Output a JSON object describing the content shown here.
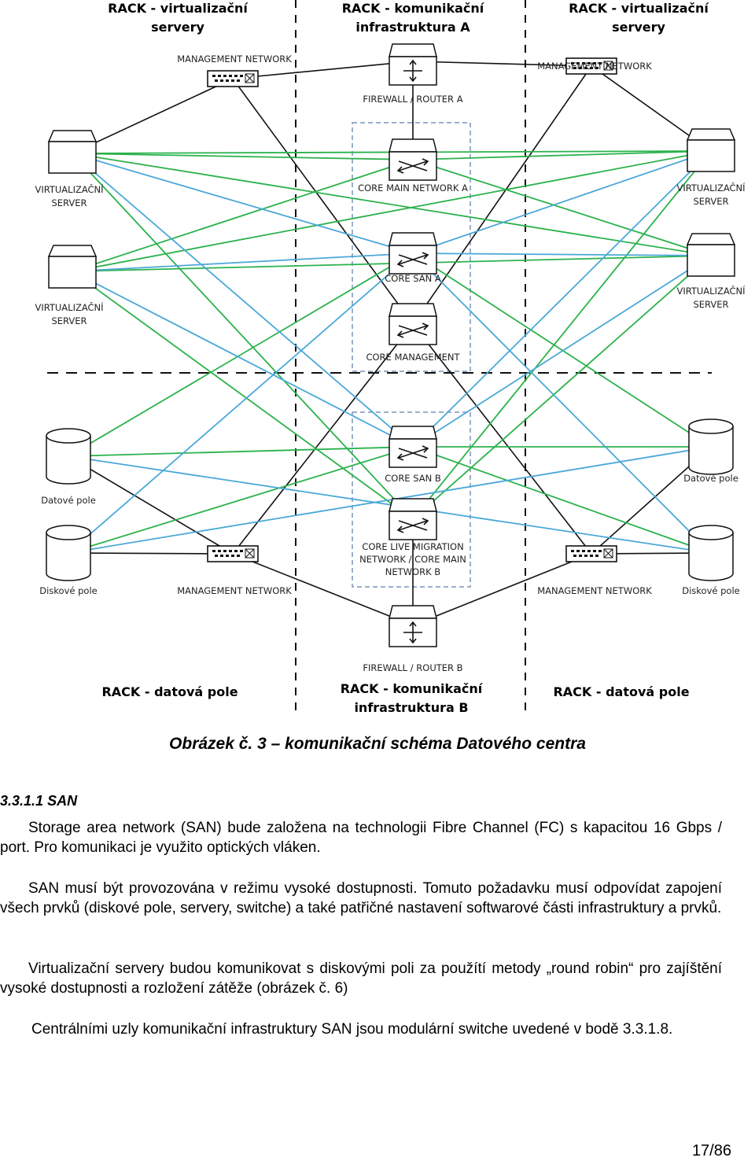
{
  "diagram": {
    "rack_top_left": [
      "RACK - virtualizační",
      "servery"
    ],
    "rack_top_center": [
      "RACK - komunikační",
      "infrastruktura A"
    ],
    "rack_top_right": [
      "RACK - virtualizační",
      "servery"
    ],
    "rack_bottom_left": [
      "RACK - datová pole"
    ],
    "rack_bottom_center": [
      "RACK - komunikační",
      "infrastruktura B"
    ],
    "rack_bottom_right": [
      "RACK - datová pole"
    ],
    "mgmt_top_left": [
      "MANAGEMENT NETWORK"
    ],
    "mgmt_top_right": [
      "MANAGEMENT NETWORK"
    ],
    "mgmt_bottom_left": [
      "MANAGEMENT NETWORK"
    ],
    "mgmt_bottom_right": [
      "MANAGEMENT NETWORK"
    ],
    "firewall_a": [
      "FIREWALL / ROUTER A"
    ],
    "firewall_b": [
      "FIREWALL / ROUTER B"
    ],
    "core_main_a": [
      "CORE MAIN NETWORK A"
    ],
    "core_san_a": [
      "CORE SAN A"
    ],
    "core_management": [
      "CORE MANAGEMENT"
    ],
    "core_san_b": [
      "CORE SAN B"
    ],
    "core_live": [
      "CORE LIVE MIGRATION",
      "NETWORK / CORE MAIN",
      "NETWORK B"
    ],
    "vserver_left_1": [
      "VIRTUALIZAČNÍ",
      "SERVER"
    ],
    "vserver_left_2": [
      "VIRTUALIZAČNÍ",
      "SERVER"
    ],
    "vserver_right_1": [
      "VIRTUALIZAČNÍ",
      "SERVER"
    ],
    "vserver_right_2": [
      "VIRTUALIZAČNÍ",
      "SERVER"
    ],
    "datove_left": [
      "Datové pole"
    ],
    "datove_right": [
      "Datové pole"
    ],
    "diskove_left": [
      "Diskové pole"
    ],
    "diskove_right": [
      "Diskové pole"
    ],
    "colors": {
      "green": "#2bb24c",
      "blue": "#4aa8d8",
      "black": "#111111",
      "frame": "#7a94b8"
    }
  },
  "caption": "Obrázek č. 3 – komunikační schéma Datového centra",
  "section": {
    "number": "3.3.1.1",
    "title": "SAN"
  },
  "paragraphs": [
    {
      "first": "Storage area network (SAN) bude založena na technologii Fibre Channel (FC)",
      "rest": "s kapacitou 16 Gbps / port. Pro komunikaci je využito optických vláken."
    },
    {
      "first": "SAN musí být provozována v režimu vysoké dostupnosti. Tomuto požadavku musí",
      "rest": "odpovídat zapojení všech prvků (diskové pole, servery, switche) a také patřičné nastavení softwarové části infrastruktury a prvků."
    },
    {
      "first": "Virtualizační servery budou komunikovat s diskovými poli za použítí metody „round robin“",
      "rest": "pro zajíštění vysoké dostupnosti a rozložení zátěže (obrázek č. 6)"
    },
    {
      "first": "Centrálními uzly komunikační infrastruktury SAN jsou modulární switche uvedené v bodě",
      "rest": "3.3.1.8."
    }
  ],
  "page_number": "17/86"
}
